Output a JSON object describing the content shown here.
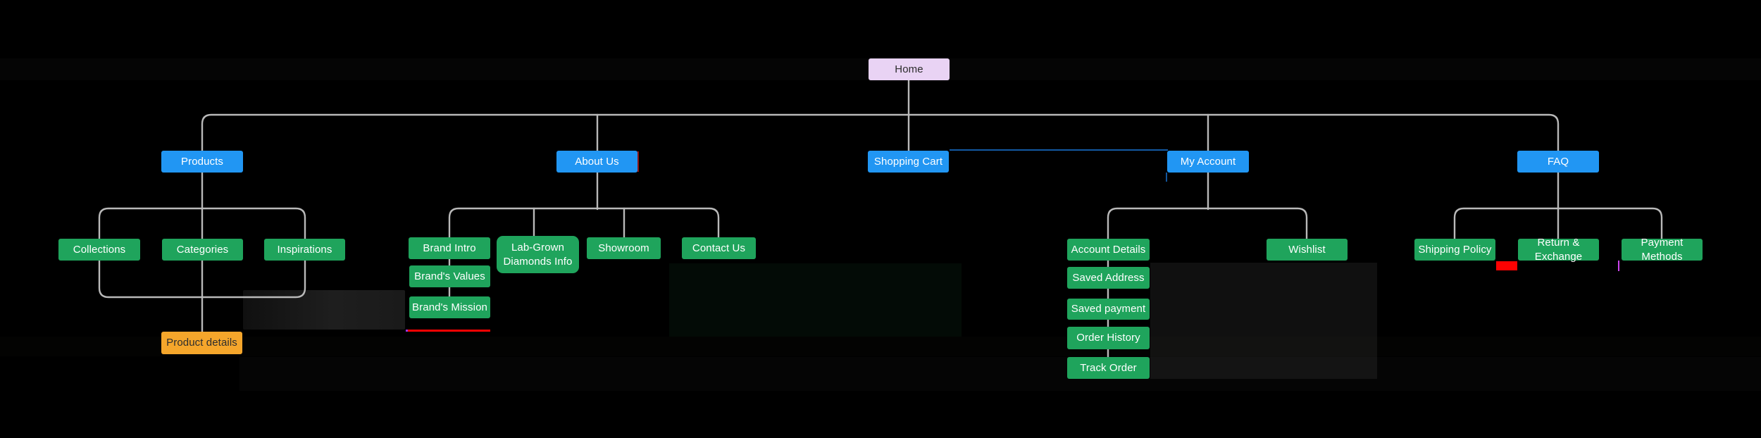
{
  "diagram": {
    "nodes": {
      "home": {
        "label": "Home"
      },
      "products": {
        "label": "Products"
      },
      "about_us": {
        "label": "About Us"
      },
      "shopping_cart": {
        "label": "Shopping Cart"
      },
      "my_account": {
        "label": "My Account"
      },
      "faq": {
        "label": "FAQ"
      },
      "collections": {
        "label": "Collections"
      },
      "categories": {
        "label": "Categories"
      },
      "inspirations": {
        "label": "Inspirations"
      },
      "brand_intro": {
        "label": "Brand Intro"
      },
      "lab_grown": {
        "label": "Lab-Grown Diamonds Info"
      },
      "showroom": {
        "label": "Showroom"
      },
      "contact_us": {
        "label": "Contact Us"
      },
      "account_details": {
        "label": "Account Details"
      },
      "wishlist": {
        "label": "Wishlist"
      },
      "shipping_policy": {
        "label": "Shipping Policy"
      },
      "return_exchange": {
        "label": "Return & Exchange"
      },
      "payment_methods": {
        "label": "Payment Methods"
      },
      "product_details": {
        "label": "Product details"
      },
      "brands_values": {
        "label": "Brand's Values"
      },
      "brands_mission": {
        "label": "Brand's Mission"
      },
      "saved_address": {
        "label": "Saved Address"
      },
      "saved_payment": {
        "label": "Saved payment"
      },
      "order_history": {
        "label": "Order History"
      },
      "track_order": {
        "label": "Track Order"
      }
    },
    "edges": [
      [
        "home",
        "products"
      ],
      [
        "home",
        "about_us"
      ],
      [
        "home",
        "shopping_cart"
      ],
      [
        "home",
        "my_account"
      ],
      [
        "home",
        "faq"
      ],
      [
        "products",
        "collections"
      ],
      [
        "products",
        "categories"
      ],
      [
        "products",
        "inspirations"
      ],
      [
        "collections",
        "product_details"
      ],
      [
        "categories",
        "product_details"
      ],
      [
        "inspirations",
        "product_details"
      ],
      [
        "about_us",
        "brand_intro"
      ],
      [
        "about_us",
        "lab_grown"
      ],
      [
        "about_us",
        "showroom"
      ],
      [
        "about_us",
        "contact_us"
      ],
      [
        "brand_intro",
        "brands_values"
      ],
      [
        "brands_values",
        "brands_mission"
      ],
      [
        "my_account",
        "account_details"
      ],
      [
        "my_account",
        "wishlist"
      ],
      [
        "account_details",
        "saved_address"
      ],
      [
        "saved_address",
        "saved_payment"
      ],
      [
        "saved_payment",
        "order_history"
      ],
      [
        "order_history",
        "track_order"
      ],
      [
        "faq",
        "shipping_policy"
      ],
      [
        "faq",
        "return_exchange"
      ],
      [
        "faq",
        "payment_methods"
      ]
    ]
  },
  "colors": {
    "background": "#000000",
    "home_fill": "#e9d3f4",
    "level2_fill": "#2196f3",
    "level3_fill": "#1fa45c",
    "highlight_fill": "#f5a62b",
    "connector": "#b9b9b9",
    "annotation_red": "#fe0202",
    "annotation_magenta": "#cc44ee",
    "annotation_blue": "#1669c1",
    "text_light": "#ffffff",
    "text_dark": "#2d2d2d"
  }
}
